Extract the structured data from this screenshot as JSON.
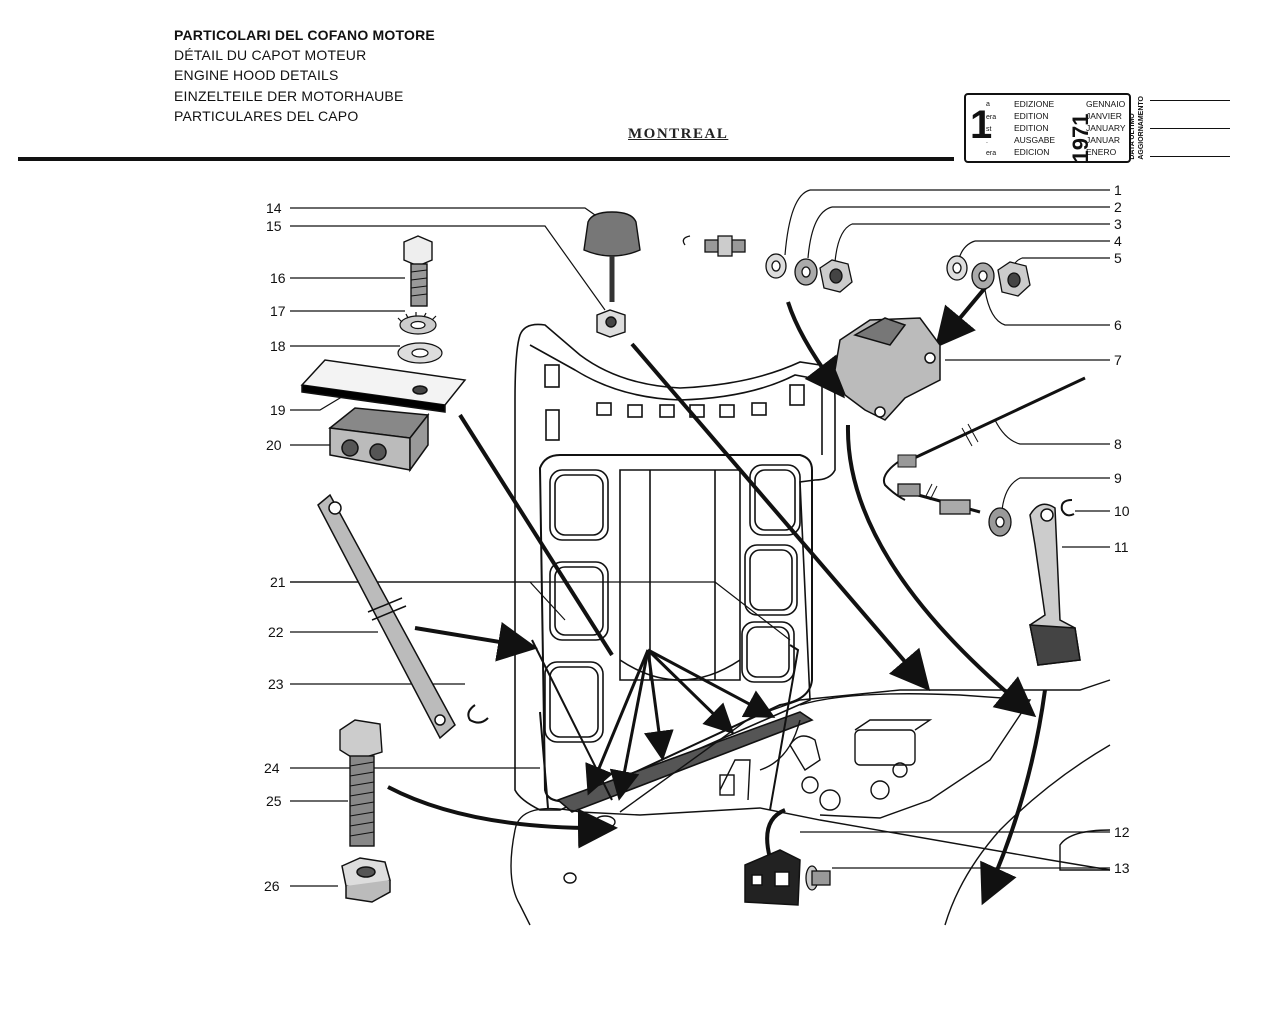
{
  "titles": [
    "PARTICOLARI DEL COFANO MOTORE",
    "DÉTAIL DU CAPOT MOTEUR",
    "ENGINE HOOD DETAILS",
    "EINZELTEILE DER MOTORHAUBE",
    "PARTICULARES DEL CAPO"
  ],
  "model": "MONTREAL",
  "edition_box": {
    "number": "1",
    "suffixes": [
      "a",
      "era",
      "st",
      ".",
      "era"
    ],
    "edition_words": [
      "EDIZIONE",
      "EDITION",
      "EDITION",
      "AUSGABE",
      "EDICION"
    ],
    "months": [
      "GENNAIO",
      "JANVIER",
      "JANUARY",
      "JANUAR",
      "ENERO"
    ],
    "year": "1971"
  },
  "update_note": {
    "line1": "DATA ULTIMO",
    "line2": "AGGIORNAMENTO"
  },
  "part_numbers": {
    "p1": "1",
    "p2": "2",
    "p3": "3",
    "p4": "4",
    "p5": "5",
    "p6": "6",
    "p7": "7",
    "p8": "8",
    "p9": "9",
    "p10": "10",
    "p11": "11",
    "p12": "12",
    "p13": "13",
    "p14": "14",
    "p15": "15",
    "p16": "16",
    "p17": "17",
    "p18": "18",
    "p19": "19",
    "p20": "20",
    "p21": "21",
    "p22": "22",
    "p23": "23",
    "p24": "24",
    "p25": "25",
    "p26": "26"
  }
}
